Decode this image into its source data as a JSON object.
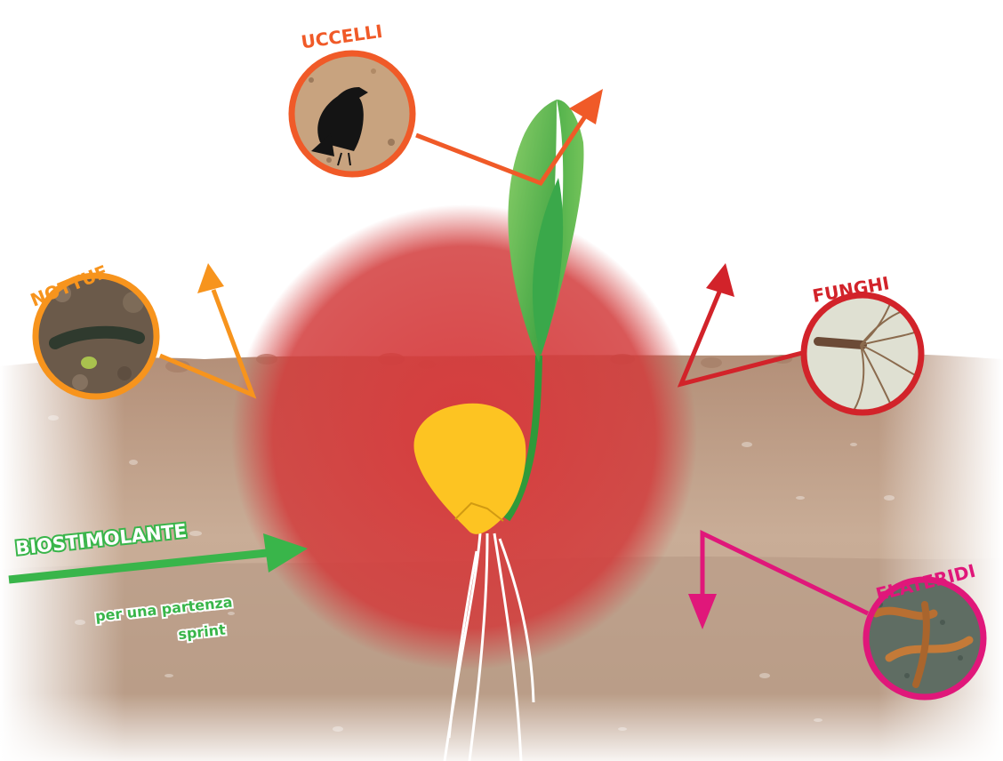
{
  "labels": {
    "uccelli": "UCCELLI",
    "nottue": "NOTTUE",
    "funghi": "FUNGHI",
    "elateridi": "ELATERIDI"
  },
  "biostimolante": {
    "title": "BIOSTIMOLANTE",
    "line1": "per una partenza",
    "line2": "sprint"
  },
  "colors": {
    "uccelli": "#f05a28",
    "nottue": "#f7941d",
    "funghi": "#d2232a",
    "elateridi": "#e0177a",
    "biostimolante": "#39b54a",
    "seed": "#fdc422",
    "protection_zone": "#d8373a"
  },
  "icons": {
    "uccelli": "crow-photo",
    "nottue": "caterpillar-photo",
    "funghi": "fungal-roots-photo",
    "elateridi": "wireworm-photo"
  }
}
